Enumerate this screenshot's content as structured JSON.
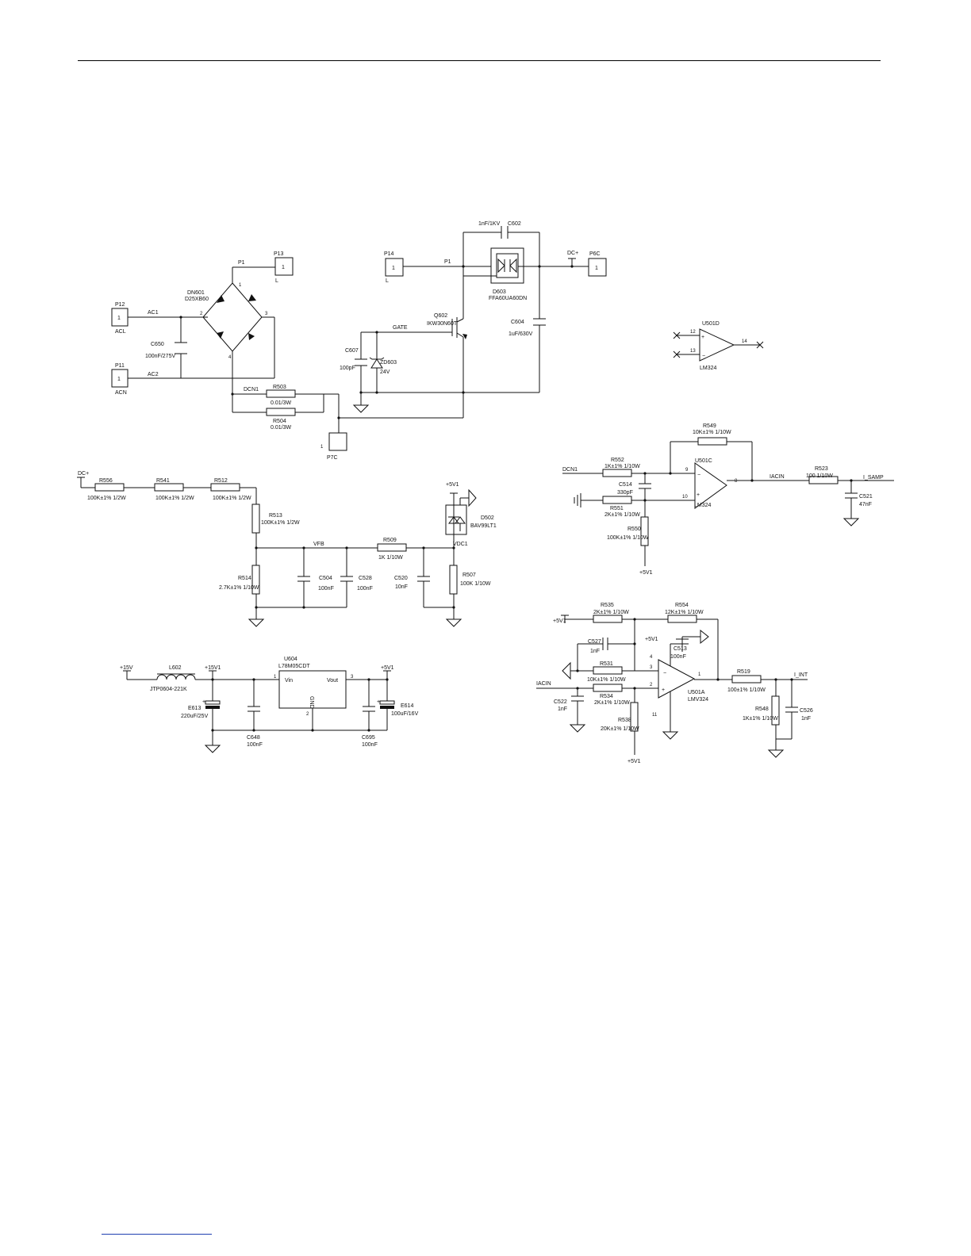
{
  "connectors": {
    "p12": {
      "ref": "P12",
      "pin": "1",
      "net": "ACL"
    },
    "p11": {
      "ref": "P11",
      "pin": "1",
      "net": "ACN"
    },
    "p13": {
      "ref": "P13",
      "pin": "1",
      "net": "L"
    },
    "p14": {
      "ref": "P14",
      "pin": "1",
      "net": "L"
    },
    "p6c": {
      "ref": "P6C",
      "pin": "1"
    },
    "p7c": {
      "ref": "P7C",
      "pin": "1"
    }
  },
  "nets": {
    "p1": "P1",
    "ac1": "AC1",
    "ac2": "AC2",
    "dcn1": "DCN1",
    "gate": "GATE",
    "dcplus_top": "DC+",
    "dcplus_left": "DC+",
    "vfb": "VFB",
    "vdc1": "VDC1",
    "dcn1_right": "DCN1",
    "iacin": "IACIN",
    "isamp": "I_SAMP",
    "iacin_lower": "IACIN",
    "i_int": "I_INT",
    "v15_in": "+15V",
    "v15_1": "+15V1",
    "v5_1_reg": "+5V1",
    "v5_1_d502": "+5V1",
    "v5_1_r550": "+5V1",
    "v5_1_left": "+5V1",
    "v5_1_c513": "+5V1",
    "v5_1_r538": "+5V1"
  },
  "pins": {
    "bridge_1": "1",
    "bridge_2": "2",
    "bridge_3": "3",
    "bridge_4": "4",
    "u501d_in_p": "12",
    "u501d_in_n": "13",
    "u501d_out": "14",
    "u501c_in_n": "9",
    "u501c_in_p": "10",
    "u501c_out": "8",
    "u501a_in_n": "2",
    "u501a_in_p": "3",
    "u501a_out": "1",
    "u501a_vcc": "4",
    "u501a_gnd": "11",
    "u604_in": "1",
    "u604_out": "3",
    "u604_gnd": "2"
  },
  "components": {
    "dn601": {
      "ref": "DN601",
      "value": "D25XB60"
    },
    "c650": {
      "ref": "C650",
      "value": "100nF/275V"
    },
    "r503": {
      "ref": "R503",
      "value": "0.01/3W"
    },
    "r504": {
      "ref": "R504",
      "value": "0.01/3W"
    },
    "c602": {
      "ref": "C602",
      "value": "1nF/1KV"
    },
    "d603": {
      "ref": "D603",
      "value": "FFA60UA60DN"
    },
    "q602": {
      "ref": "Q602",
      "value": "IKW30N60T"
    },
    "c604": {
      "ref": "C604",
      "value": "1uF/630V"
    },
    "c607": {
      "ref": "C607",
      "value": "100pF"
    },
    "zd603": {
      "ref": "ZD603",
      "value": "24V"
    },
    "u501d": {
      "ref": "U501D",
      "value": "LM324"
    },
    "r549": {
      "ref": "R549",
      "value": "10K±1% 1/10W"
    },
    "r552": {
      "ref": "R552",
      "value": "1K±1% 1/10W"
    },
    "c514": {
      "ref": "C514",
      "value": "330pF"
    },
    "r551": {
      "ref": "R551",
      "value": "2K±1% 1/10W"
    },
    "u501c": {
      "ref": "U501C",
      "value": "LM324"
    },
    "r550": {
      "ref": "R550",
      "value": "100K±1% 1/10W"
    },
    "r523": {
      "ref": "R523",
      "value": "100 1/10W"
    },
    "c521": {
      "ref": "C521",
      "value": "47nF"
    },
    "r556": {
      "ref": "R556",
      "value": "100K±1% 1/2W"
    },
    "r541": {
      "ref": "R541",
      "value": "100K±1% 1/2W"
    },
    "r512": {
      "ref": "R512",
      "value": "100K±1% 1/2W"
    },
    "r513": {
      "ref": "R513",
      "value": "100K±1% 1/2W"
    },
    "r514": {
      "ref": "R514",
      "value": "2.7K±1% 1/10W"
    },
    "c504": {
      "ref": "C504",
      "value": "100nF"
    },
    "c528": {
      "ref": "C528",
      "value": "100nF"
    },
    "r509": {
      "ref": "R509",
      "value": "1K 1/10W"
    },
    "c520": {
      "ref": "C520",
      "value": "10nF"
    },
    "r507": {
      "ref": "R507",
      "value": "100K 1/10W"
    },
    "d502": {
      "ref": "D502",
      "value": "BAV99LT1"
    },
    "l602": {
      "ref": "L602",
      "value": "JTP0604-221K"
    },
    "e613": {
      "ref": "E613",
      "value": "220uF/25V"
    },
    "c648": {
      "ref": "C648",
      "value": "100nF"
    },
    "u604": {
      "ref": "U604",
      "value": "L78M05CDT",
      "vin": "Vin",
      "vout": "Vout",
      "gnd": "GND"
    },
    "c695": {
      "ref": "C695",
      "value": "100nF"
    },
    "e614": {
      "ref": "E614",
      "value": "100uF/16V"
    },
    "r535": {
      "ref": "R535",
      "value": "2K±1% 1/10W"
    },
    "r554": {
      "ref": "R554",
      "value": "12K±1% 1/10W"
    },
    "c527": {
      "ref": "C527",
      "value": "1nF"
    },
    "c513": {
      "ref": "C513",
      "value": "100nF"
    },
    "r531": {
      "ref": "R531",
      "value": "10K±1% 1/10W"
    },
    "r534": {
      "ref": "R534",
      "value": "2K±1% 1/10W"
    },
    "c522": {
      "ref": "C522",
      "value": "1nF"
    },
    "r538": {
      "ref": "R538",
      "value": "20K±1% 1/10W"
    },
    "u501a": {
      "ref": "U501A",
      "value": "LMV324"
    },
    "r519": {
      "ref": "R519",
      "value": "100±1% 1/10W"
    },
    "r548": {
      "ref": "R548",
      "value": "1K±1% 1/10W"
    },
    "c526": {
      "ref": "C526",
      "value": "1nF"
    }
  }
}
